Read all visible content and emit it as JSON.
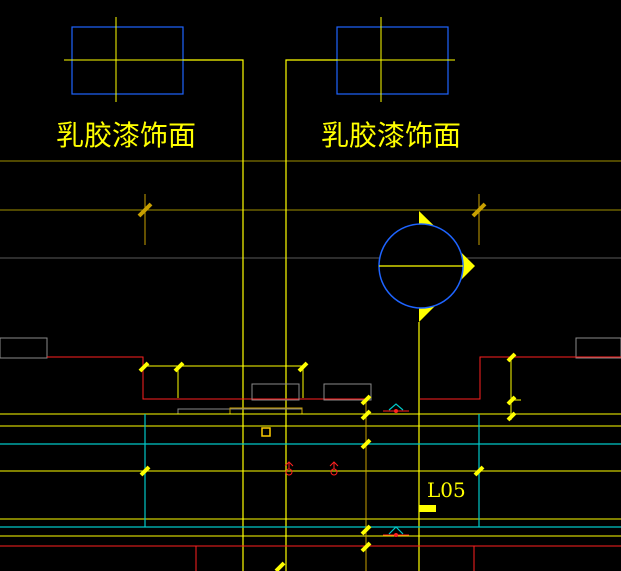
{
  "colors": {
    "background": "#000000",
    "yellow": "#ffff00",
    "blue": "#1e64ff",
    "cyan": "#00c8c8",
    "red": "#ff2020",
    "dark_yellow": "#c8a000",
    "gray": "#8a8a8a",
    "dim_line": "#a09000"
  },
  "annotations": {
    "finish_left": "乳胶漆饰面",
    "finish_right": "乳胶漆饰面",
    "detail_tag": "L05"
  },
  "icons": {
    "section_marker": "section-symbol-circle",
    "light_fixture": "ceiling-light-box",
    "elevation_marker": "elevation-arrow-icon"
  }
}
